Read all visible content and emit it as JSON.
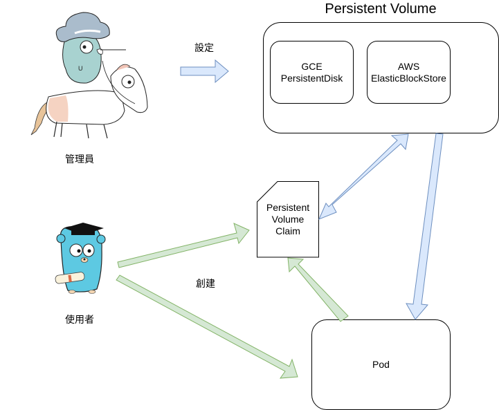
{
  "diagram": {
    "title": "Persistent Volume",
    "actors": {
      "admin": {
        "label": "管理員",
        "icon": "gopher-cowboy-on-horse-icon"
      },
      "user": {
        "label": "使用者",
        "icon": "gopher-graduate-icon"
      }
    },
    "edge_labels": {
      "configure": "設定",
      "create": "創建"
    },
    "persistent_volume": {
      "backends": [
        {
          "line1": "GCE",
          "line2": "PersistentDisk"
        },
        {
          "line1": "AWS",
          "line2": "ElasticBlockStore"
        }
      ]
    },
    "pvc": {
      "line1": "Persistent",
      "line2": "Volume",
      "line3": "Claim"
    },
    "pod": {
      "label": "Pod"
    },
    "colors": {
      "blue_fill": "#dae8fc",
      "blue_stroke": "#6c8ebf",
      "green_fill": "#d5e8d4",
      "green_stroke": "#82b366",
      "stroke": "#000000"
    },
    "edges": [
      {
        "from": "admin",
        "to": "persistent_volume",
        "label": "設定",
        "style": "blue"
      },
      {
        "from": "persistent_volume",
        "to": "pvc",
        "style": "blue",
        "bidirectional": true
      },
      {
        "from": "persistent_volume",
        "to": "pod",
        "style": "blue"
      },
      {
        "from": "user",
        "to": "pvc",
        "label": "創建",
        "style": "green"
      },
      {
        "from": "user",
        "to": "pod",
        "style": "green"
      },
      {
        "from": "pod",
        "to": "pvc",
        "style": "green"
      }
    ]
  }
}
